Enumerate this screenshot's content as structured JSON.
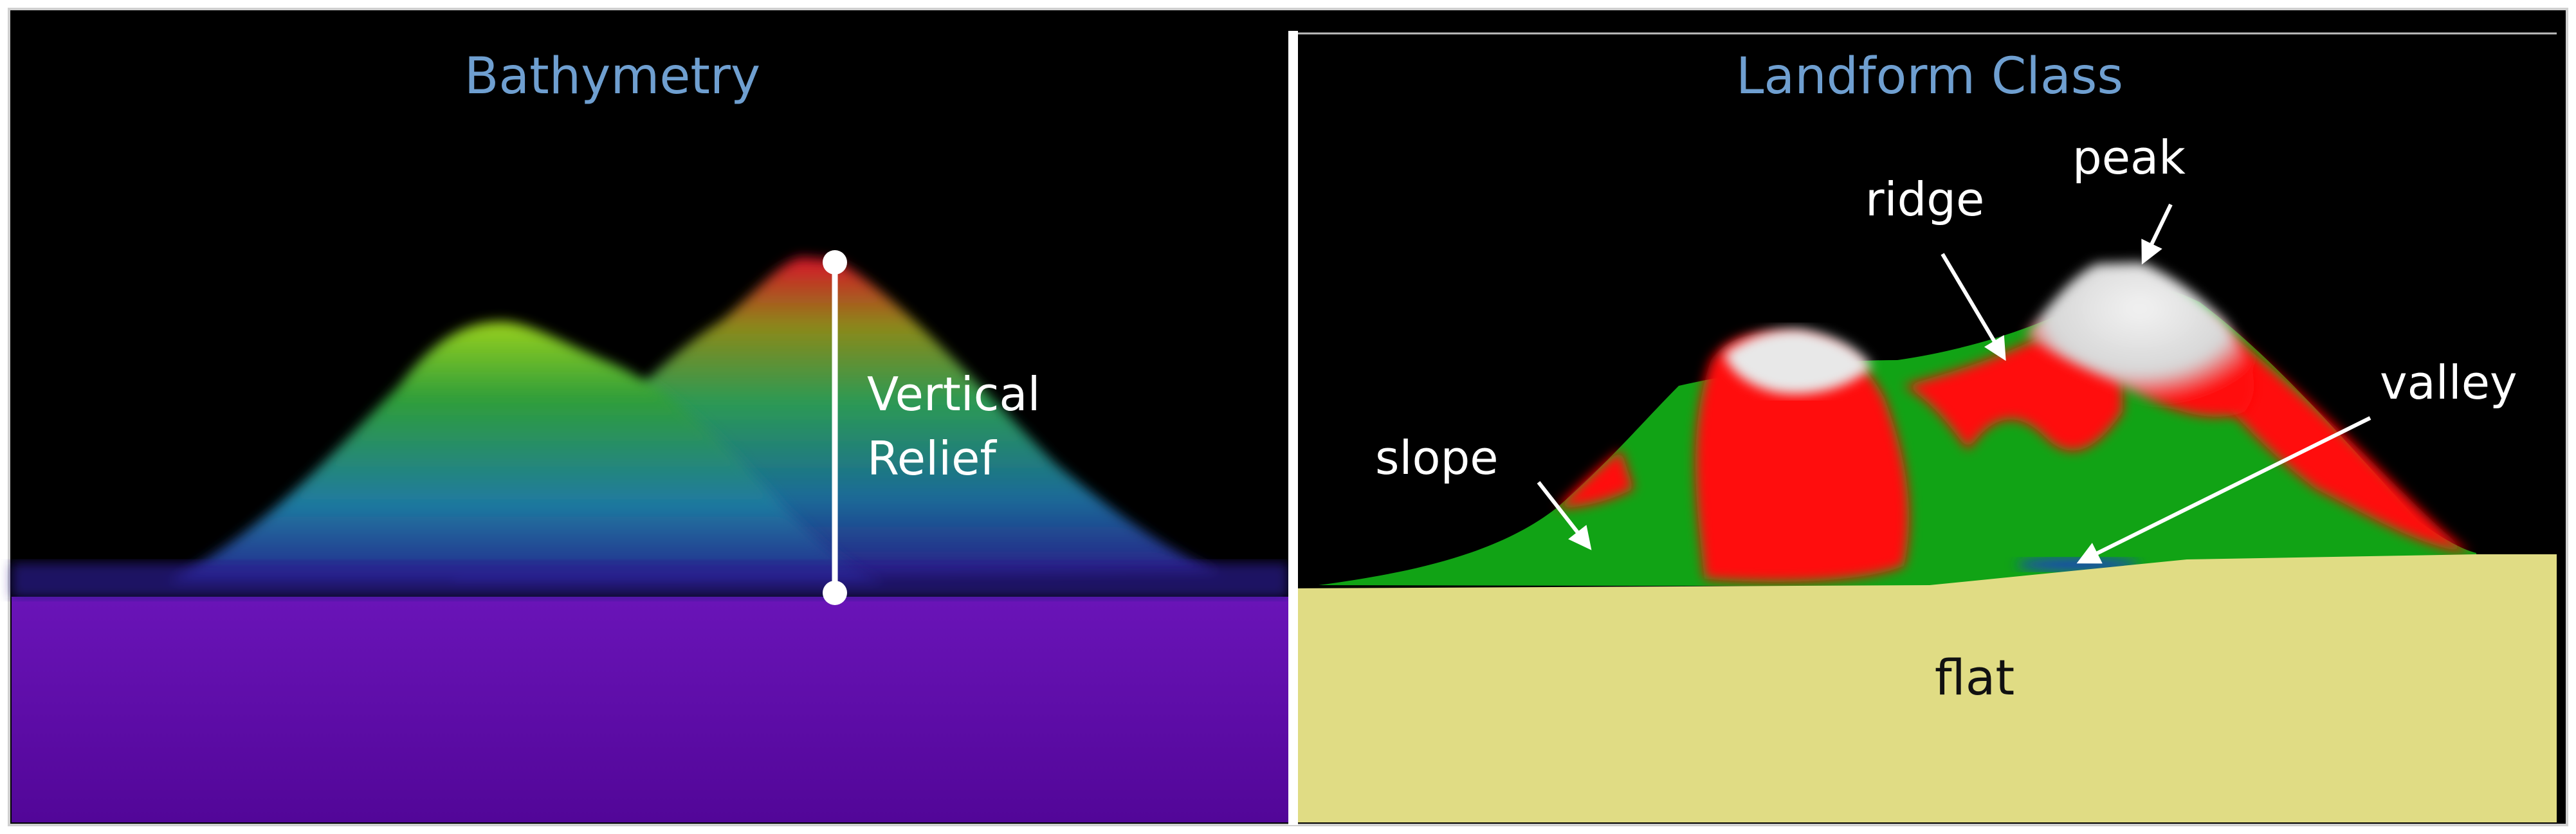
{
  "left_panel": {
    "title": "Bathymetry",
    "measure_label_line1": "Vertical",
    "measure_label_line2": "Relief",
    "colors": {
      "base": "#5a09a8",
      "low": "#1e2a8a",
      "mid": "#1f9c5a",
      "high": "#d8122a",
      "top": "#9bd11d"
    }
  },
  "right_panel": {
    "title": "Landform Class",
    "labels": {
      "peak": "peak",
      "ridge": "ridge",
      "slope": "slope",
      "valley": "valley",
      "flat": "flat"
    },
    "colors": {
      "peak": "#e3e3e3",
      "ridge": "#ff0d0d",
      "slope": "#11a315",
      "valley": "#1f3fc4",
      "flat": "#e0dc84"
    }
  }
}
